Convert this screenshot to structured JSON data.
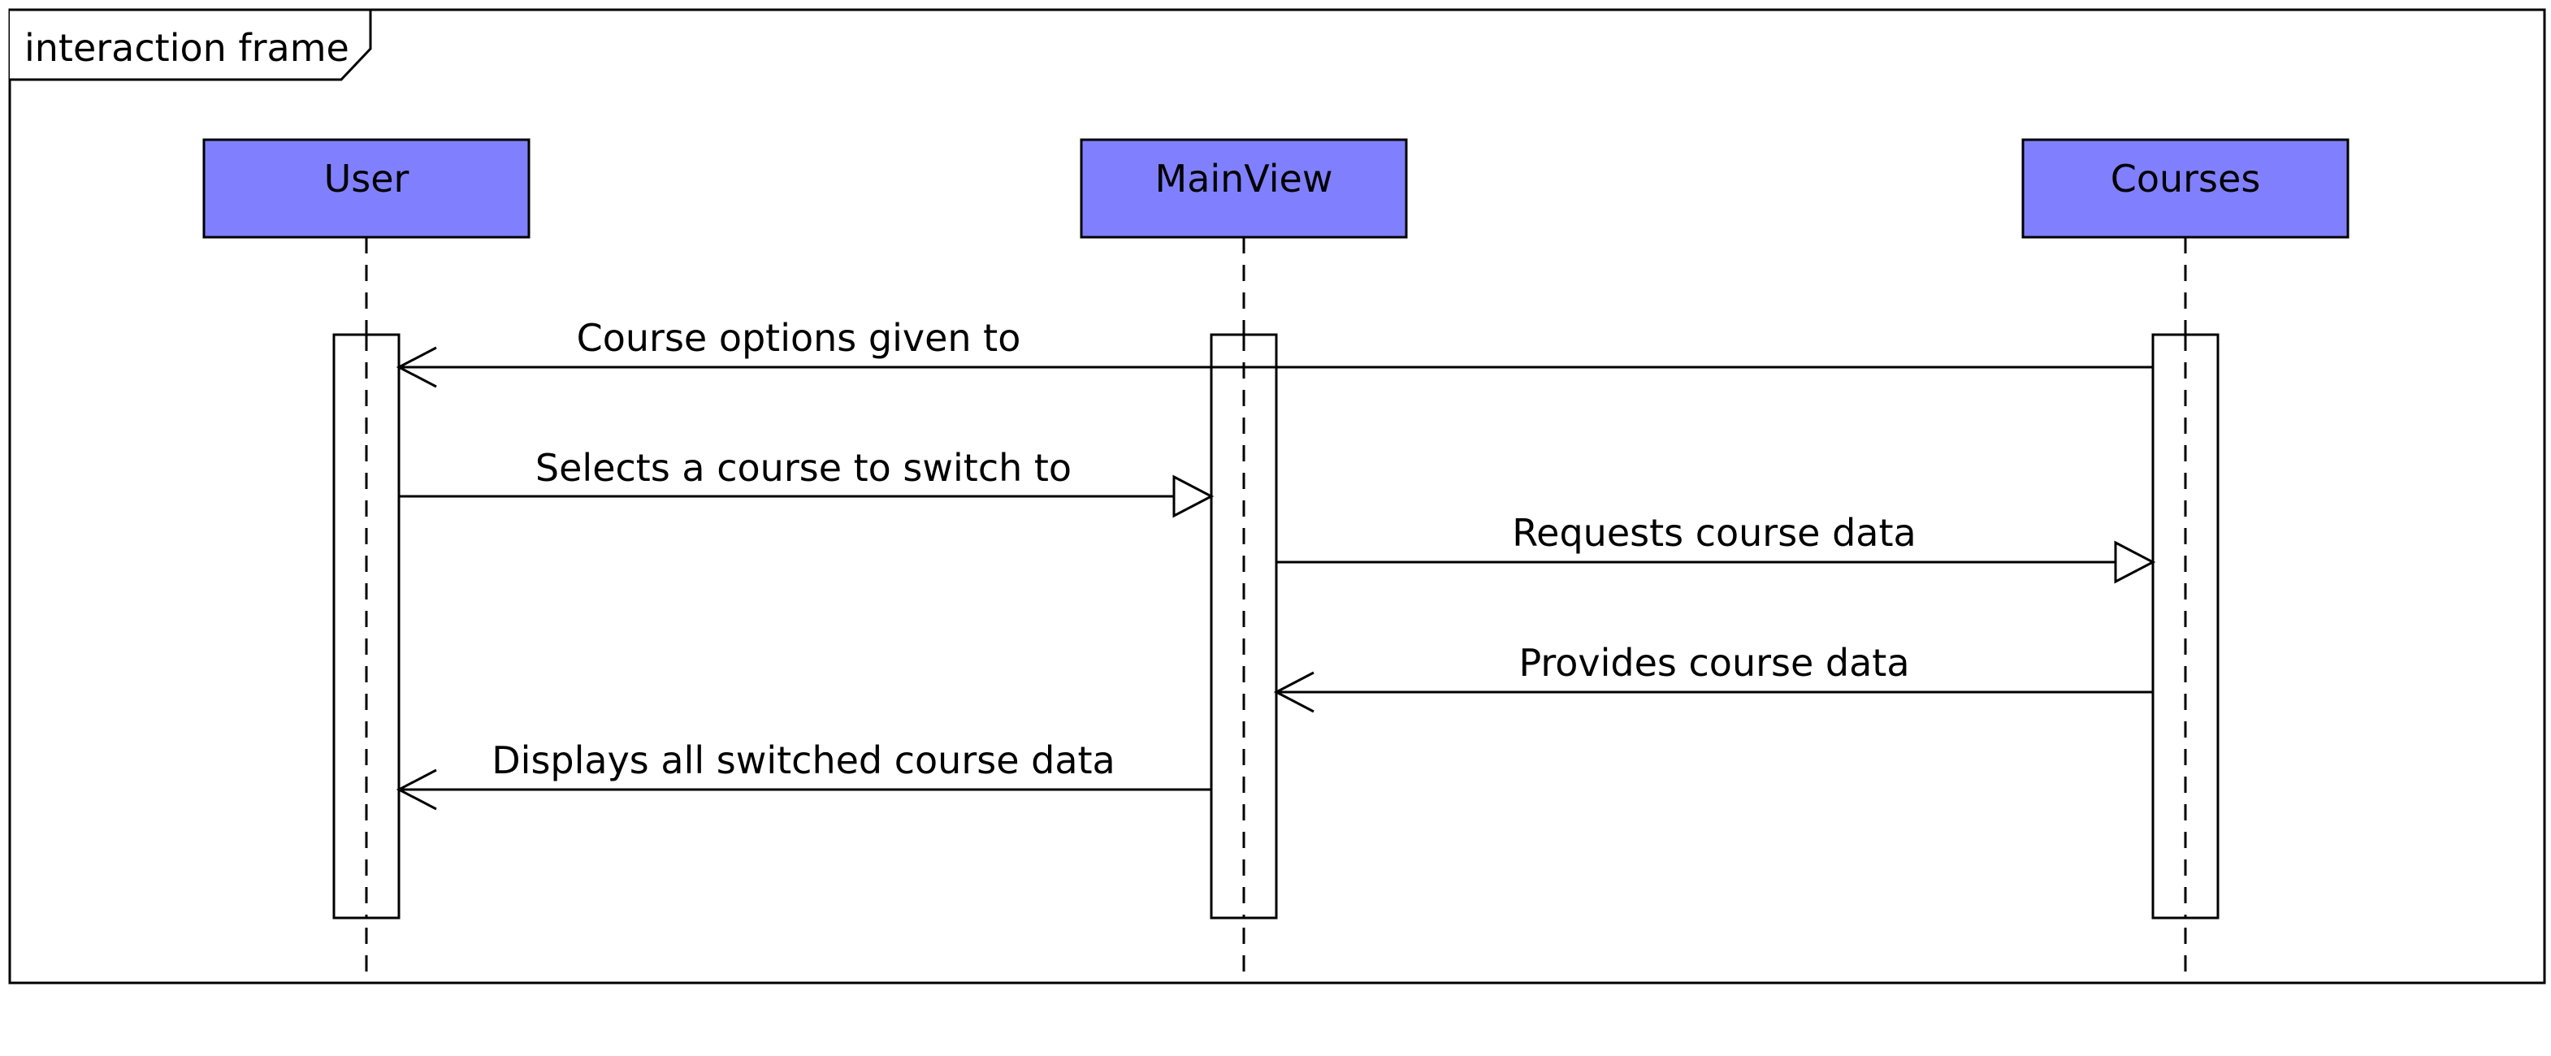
{
  "frame": {
    "label": "interaction frame"
  },
  "colors": {
    "actor_fill": "#8080ff",
    "line": "#000000",
    "background": "#ffffff"
  },
  "actors": [
    {
      "id": "user",
      "label": "User"
    },
    {
      "id": "mainview",
      "label": "MainView"
    },
    {
      "id": "courses",
      "label": "Courses"
    }
  ],
  "messages": [
    {
      "from": "courses",
      "to": "user",
      "label": "Course options given to",
      "arrow": "open"
    },
    {
      "from": "user",
      "to": "mainview",
      "label": "Selects a course to switch to",
      "arrow": "hollow-triangle"
    },
    {
      "from": "mainview",
      "to": "courses",
      "label": "Requests course data",
      "arrow": "hollow-triangle"
    },
    {
      "from": "courses",
      "to": "mainview",
      "label": "Provides course data",
      "arrow": "open"
    },
    {
      "from": "mainview",
      "to": "user",
      "label": "Displays all switched course data",
      "arrow": "open"
    }
  ]
}
